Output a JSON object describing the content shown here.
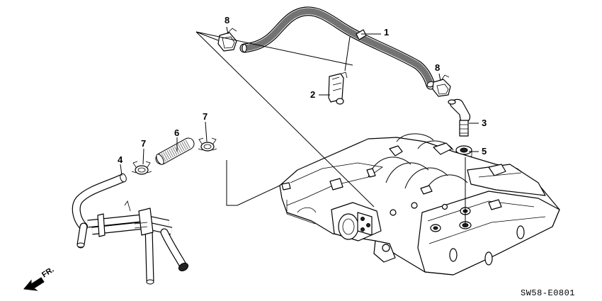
{
  "callouts": [
    {
      "id": "1",
      "text": "1"
    },
    {
      "id": "2",
      "text": "2"
    },
    {
      "id": "3",
      "text": "3"
    },
    {
      "id": "4",
      "text": "4"
    },
    {
      "id": "5",
      "text": "5"
    },
    {
      "id": "6",
      "text": "6"
    },
    {
      "id": "7a",
      "text": "7"
    },
    {
      "id": "7b",
      "text": "7"
    },
    {
      "id": "8a",
      "text": "8"
    },
    {
      "id": "8b",
      "text": "8"
    }
  ],
  "direction_label": "FR.",
  "diagram_code": "SW58-E0801"
}
